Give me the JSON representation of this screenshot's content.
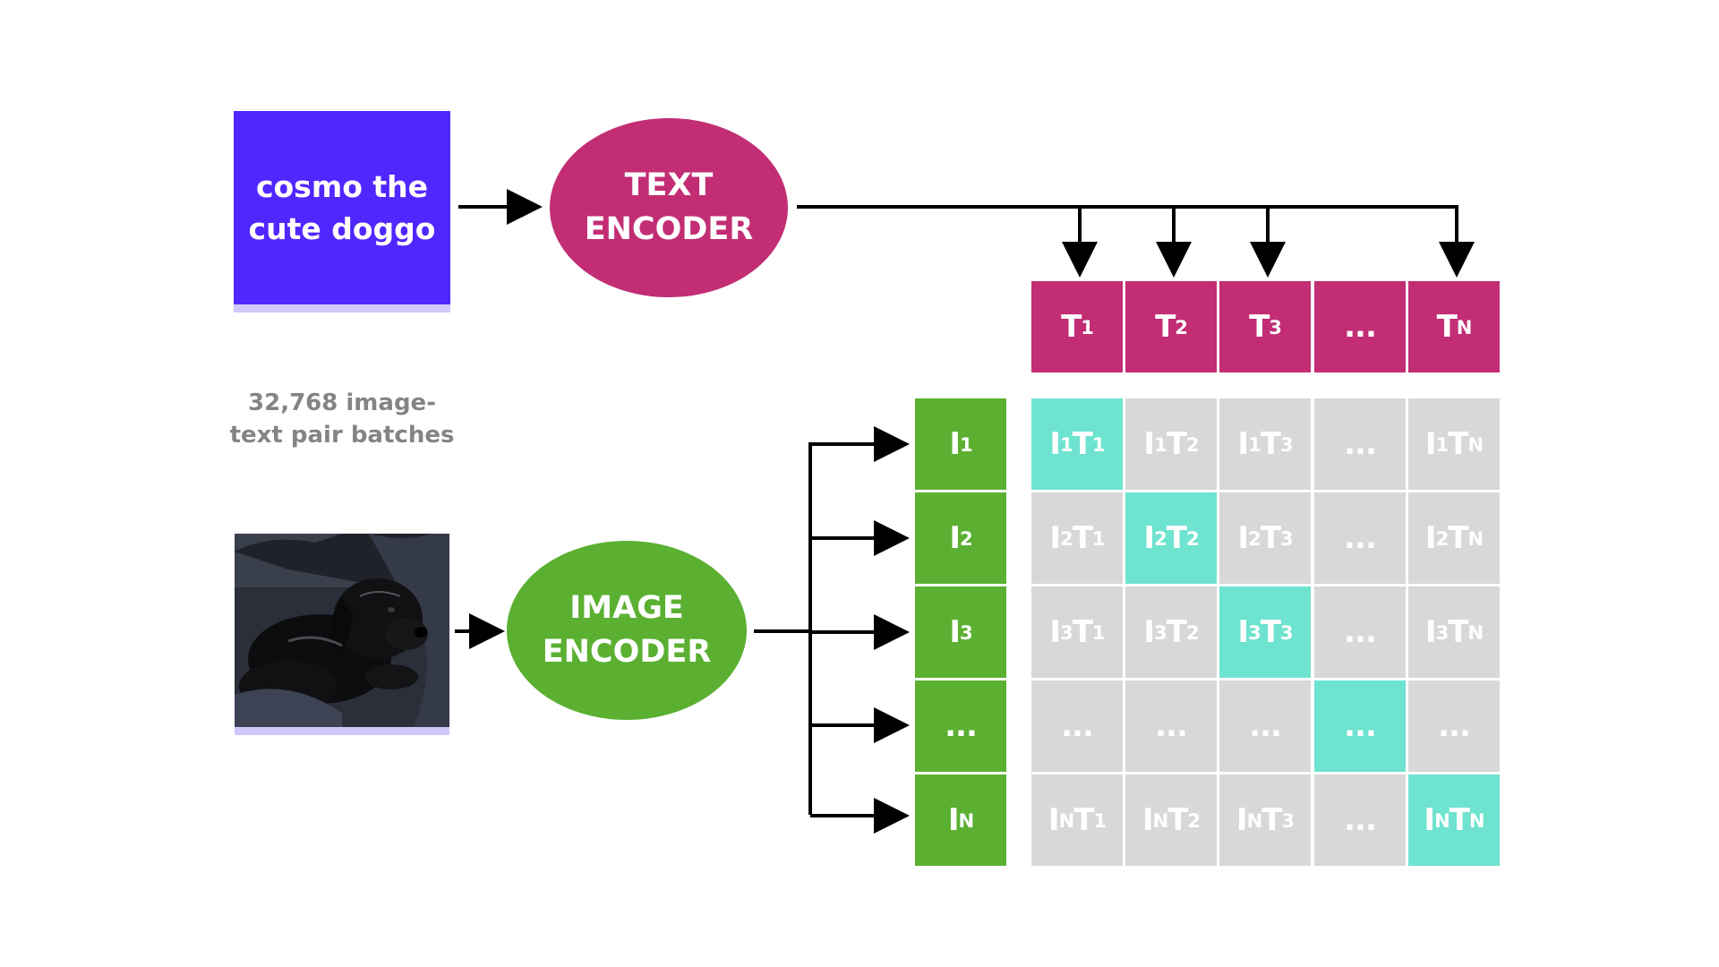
{
  "colors": {
    "text_input_bg": "#5127ff",
    "input_shadow": "#d1c7fb",
    "text_encoder": "#c22d74",
    "image_encoder": "#5bb032",
    "text_embedding_cell": "#c22d74",
    "image_embedding_cell": "#5bb032",
    "matrix_cell": "#d8d8d8",
    "matrix_diagonal": "#6ee3cf",
    "caption_text": "#848484",
    "arrow": "#000000"
  },
  "text_input": {
    "line1": "cosmo the",
    "line2": "cute doggo"
  },
  "batch_caption": {
    "line1": "32,768 image-",
    "line2": "text pair batches"
  },
  "image_input": {
    "icon": "black-puppy-photo"
  },
  "text_encoder": {
    "line1": "TEXT",
    "line2": "ENCODER"
  },
  "image_encoder": {
    "line1": "IMAGE",
    "line2": "ENCODER"
  },
  "text_embeddings": [
    {
      "base": "T",
      "sub": "1"
    },
    {
      "base": "T",
      "sub": "2"
    },
    {
      "base": "T",
      "sub": "3"
    },
    {
      "base": "...",
      "sub": ""
    },
    {
      "base": "T",
      "sub": "N"
    }
  ],
  "image_embeddings": [
    {
      "base": "I",
      "sub": "1"
    },
    {
      "base": "I",
      "sub": "2"
    },
    {
      "base": "I",
      "sub": "3"
    },
    {
      "base": "...",
      "sub": ""
    },
    {
      "base": "I",
      "sub": "N"
    }
  ],
  "similarity_matrix": {
    "rows": [
      [
        "I1T1",
        "I1T2",
        "I1T3",
        "...",
        "I1TN"
      ],
      [
        "I2T1",
        "I2T2",
        "I2T3",
        "...",
        "I2TN"
      ],
      [
        "I3T1",
        "I3T2",
        "I3T3",
        "...",
        "I3TN"
      ],
      [
        "...",
        "...",
        "...",
        "...",
        "..."
      ],
      [
        "INT1",
        "INT2",
        "INT3",
        "...",
        "INTN"
      ]
    ],
    "highlighted_diagonal": true
  }
}
